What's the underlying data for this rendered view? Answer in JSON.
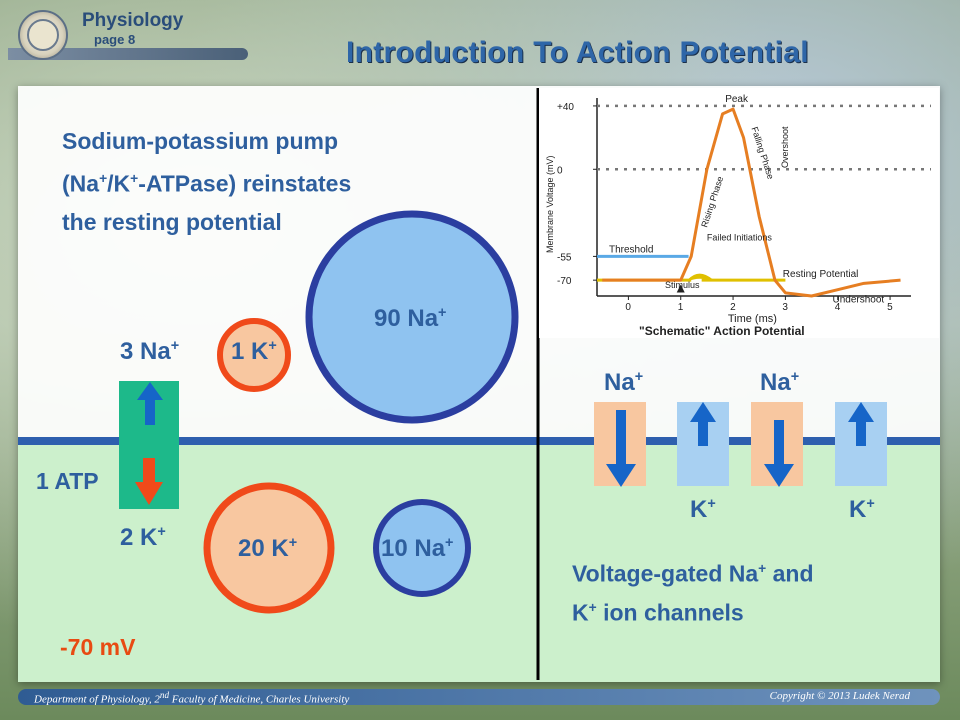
{
  "header": {
    "subject": "Physiology",
    "page_label": "page 8",
    "title": "Introduction To Action Potential"
  },
  "left": {
    "pump_text": [
      "Sodium-potassium pump",
      "(Na+/K+-ATPase) reinstates",
      "the resting potential"
    ],
    "pump_out_label": "3 Na+",
    "pump_in_label": "2 K+",
    "atp_label": "1 ATP",
    "k_out_circle": "1 K+",
    "na_out_circle": "90 Na+",
    "k_in_circle": "20 K+",
    "na_in_circle": "10 Na+",
    "voltage": "-70 mV"
  },
  "right": {
    "na_label_1": "Na+",
    "na_label_2": "Na+",
    "k_label_1": "K+",
    "k_label_2": "K+",
    "caption_line1": "Voltage-gated Na+ and",
    "caption_line2": "K+ ion channels"
  },
  "chart_data": {
    "type": "line",
    "title": "\"Schematic\" Action Potential",
    "xlabel": "Time (ms)",
    "ylabel": "Membrane Voltage (mV)",
    "x_ticks": [
      "0",
      "1",
      "2",
      "3",
      "4",
      "5"
    ],
    "y_ticks": [
      "+40",
      "0",
      "-55",
      "-70"
    ],
    "xlim": [
      0,
      5
    ],
    "ylim": [
      -80,
      45
    ],
    "annotations": [
      "Peak",
      "Rising Phase",
      "Falling Phase",
      "Overshoot",
      "Threshold",
      "Failed Initiations",
      "Resting Potential",
      "Undershoot",
      "Stimulus"
    ],
    "series": [
      {
        "x": [
          -0.5,
          0.5,
          1.0,
          1.2,
          1.5,
          1.8,
          2.0,
          2.2,
          2.5,
          2.8,
          3.0,
          3.5,
          4.0,
          4.5,
          5.2
        ],
        "y": [
          -70,
          -70,
          -70,
          -55,
          0,
          35,
          38,
          20,
          -30,
          -70,
          -78,
          -80,
          -76,
          -72,
          -70
        ]
      }
    ],
    "threshold": -55,
    "resting": -70,
    "colors": {
      "trace": "#e67e22",
      "threshold": "#5aa9e6",
      "resting": "#e0c000"
    }
  },
  "colors": {
    "membrane": "#2e5fae",
    "extracellular": "#ffffff",
    "intracellular": "#ccf0cc",
    "pump": "#1db98a",
    "na_channel": "#f8c7a0",
    "k_channel": "#a8d0f2",
    "arrow_blue": "#1665c8",
    "arrow_red": "#f04a1a"
  }
}
